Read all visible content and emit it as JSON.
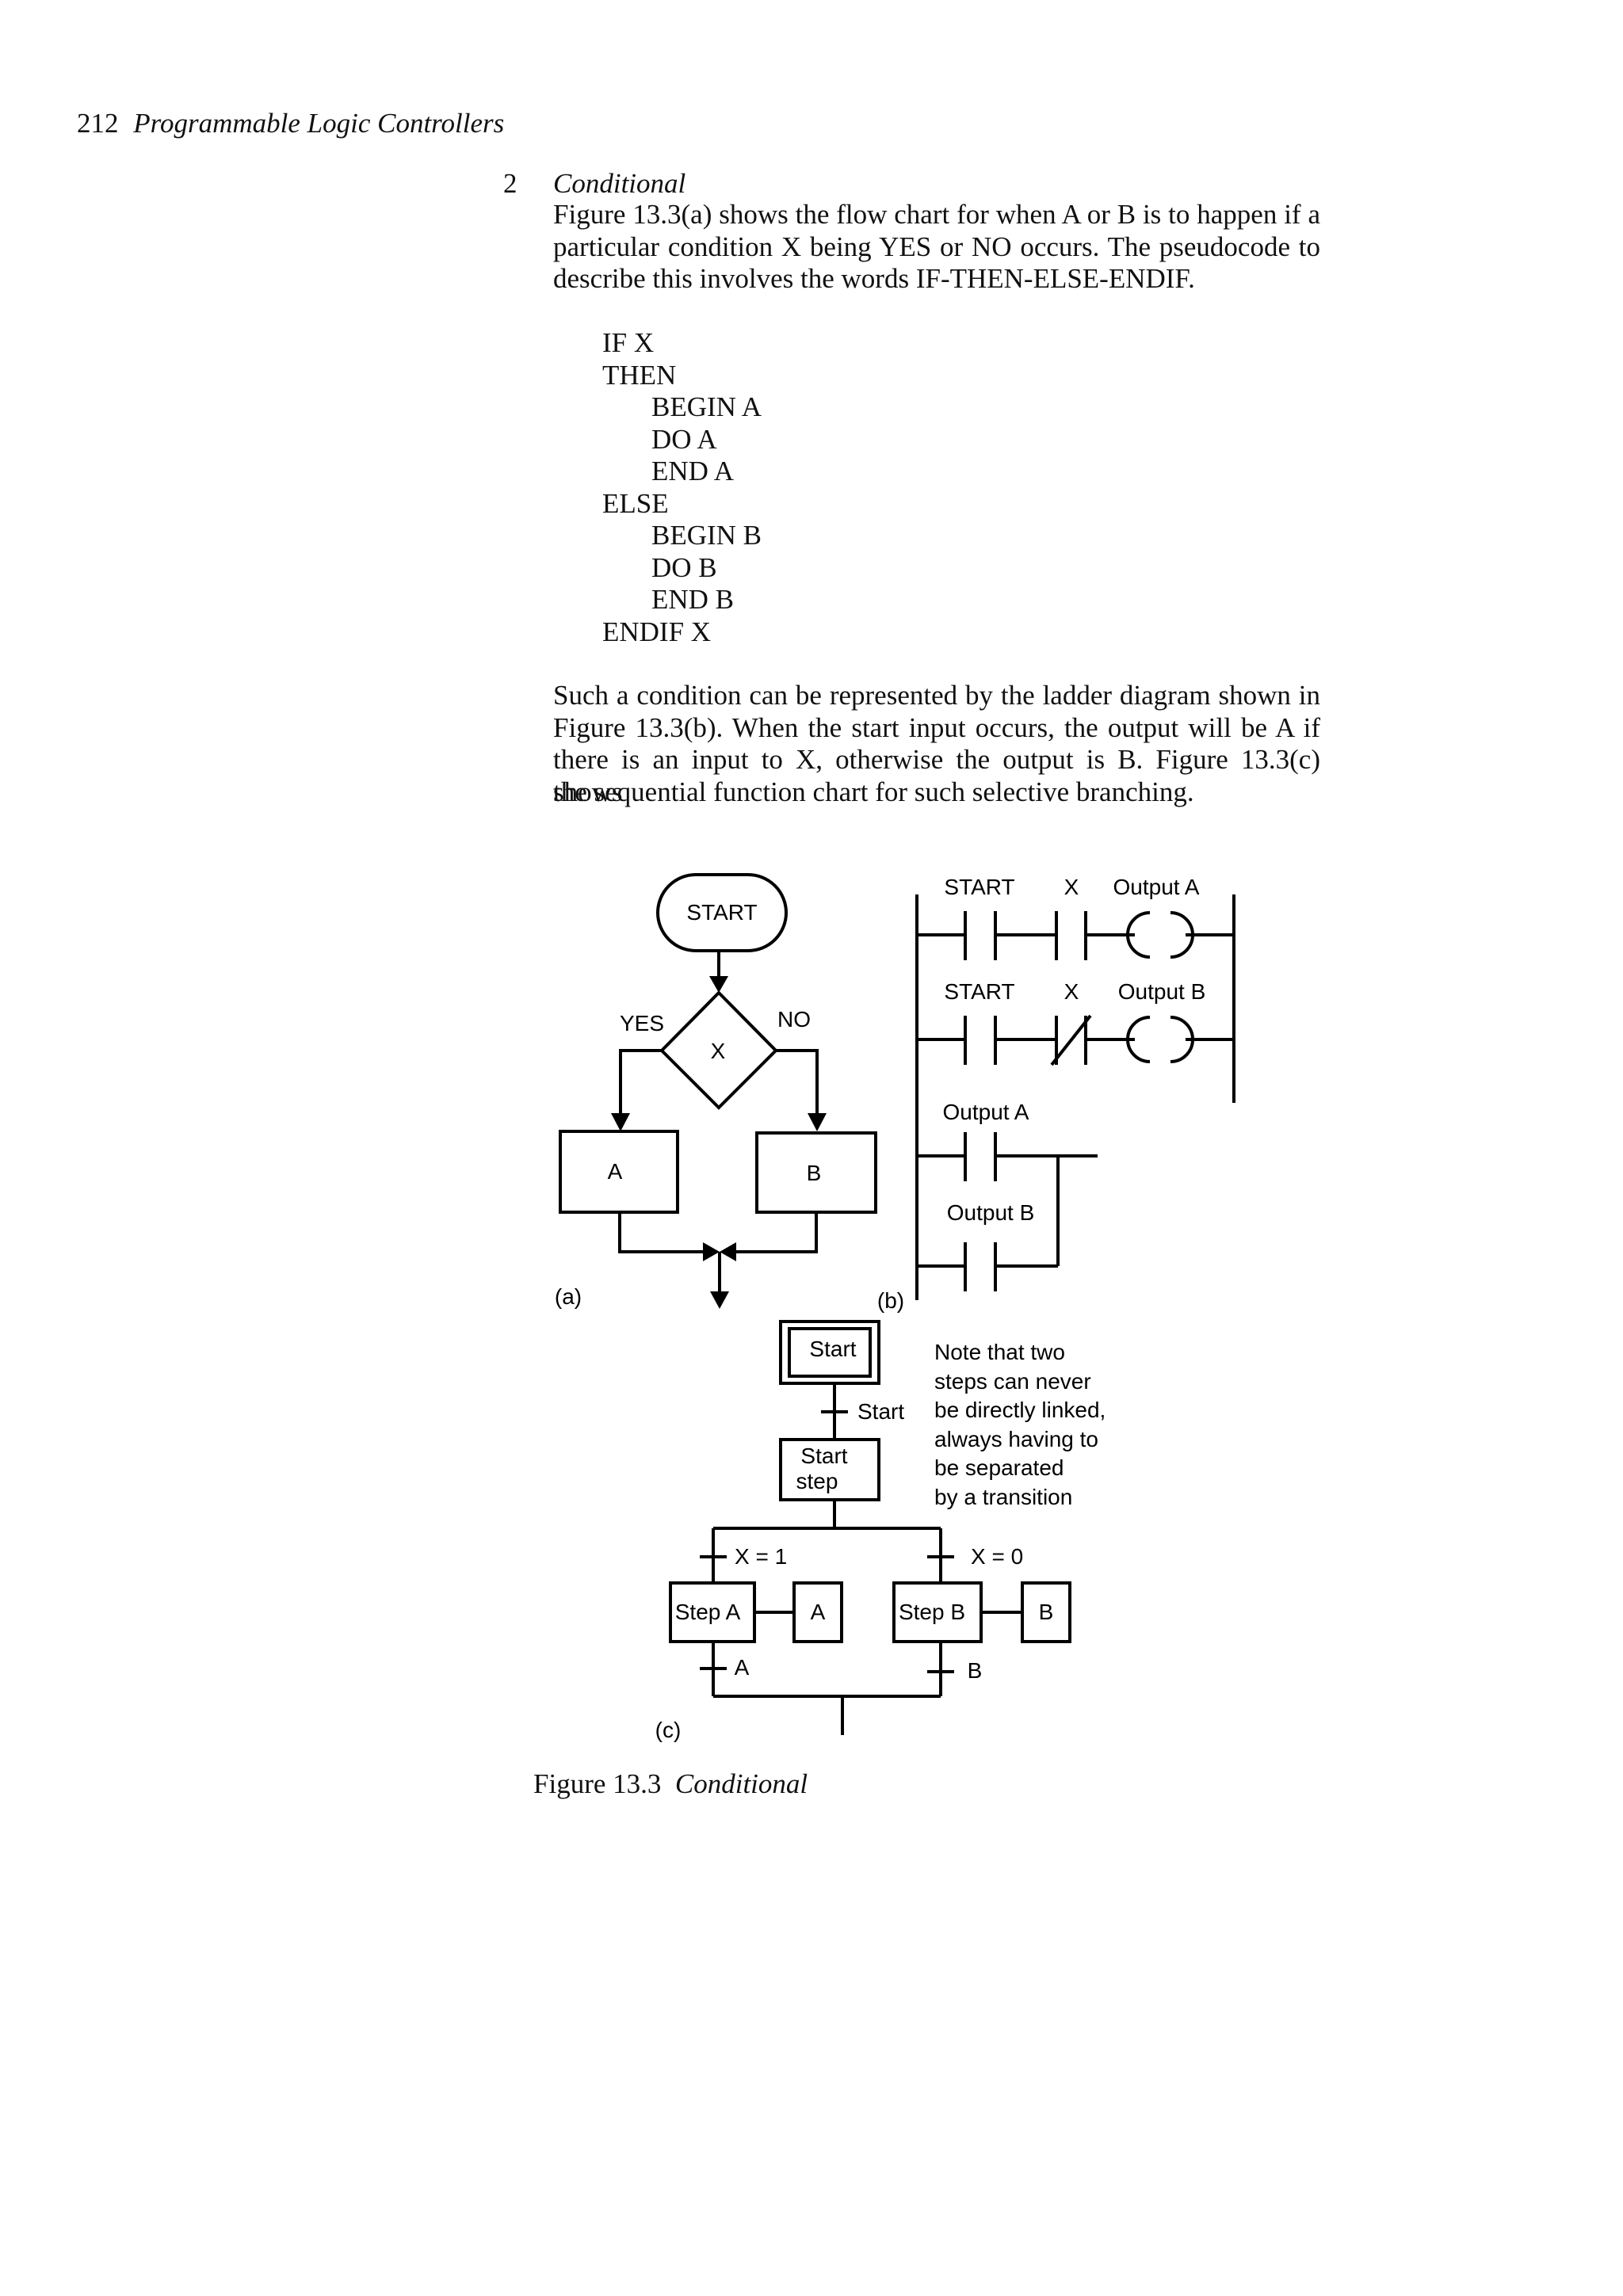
{
  "header": {
    "page_number": "212",
    "book_title": "Programmable Logic Controllers"
  },
  "item": {
    "number": "2",
    "title": "Conditional"
  },
  "para1": [
    "Figure 13.3(a) shows the flow chart for when A or B is to happen if a",
    "particular condition X being YES or NO occurs. The pseudocode to",
    "describe this involves the words IF-THEN-ELSE-ENDIF."
  ],
  "pseudocode": [
    {
      "indent": 0,
      "text": "IF X"
    },
    {
      "indent": 0,
      "text": "THEN"
    },
    {
      "indent": 1,
      "text": "BEGIN A"
    },
    {
      "indent": 1,
      "text": "DO A"
    },
    {
      "indent": 1,
      "text": "END A"
    },
    {
      "indent": 0,
      "text": "ELSE"
    },
    {
      "indent": 1,
      "text": "BEGIN B"
    },
    {
      "indent": 1,
      "text": "DO B"
    },
    {
      "indent": 1,
      "text": "END B"
    },
    {
      "indent": 0,
      "text": "ENDIF X"
    }
  ],
  "para2": [
    "Such a condition can be represented by the ladder diagram shown in",
    "Figure 13.3(b). When the start input occurs, the output will be A if",
    "there is an input to X, otherwise the output is B. Figure 13.3(c) shows",
    "the sequential function chart for such selective branching."
  ],
  "flowchart": {
    "start": "START",
    "decision": "X",
    "yes": "YES",
    "no": "NO",
    "box_a": "A",
    "box_b": "B",
    "label": "(a)"
  },
  "ladder": {
    "rung1": {
      "c1": "START",
      "c2": "X",
      "coil": "Output A"
    },
    "rung2": {
      "c1": "START",
      "c2": "X",
      "coil": "Output B"
    },
    "branch": {
      "c1": "Output A",
      "c2": "Output B"
    },
    "label": "(b)"
  },
  "sfc": {
    "initial_step": "Start",
    "transition_start": "Start",
    "start_step": [
      "Start",
      "step"
    ],
    "cond_x1": "X = 1",
    "cond_x0": "X = 0",
    "step_a": "Step A",
    "action_a": "A",
    "step_b": "Step B",
    "action_b": "B",
    "trans_a": "A",
    "trans_b": "B",
    "note": [
      "Note that two",
      "steps can never",
      "be directly linked,",
      "always having to",
      "be separated",
      "by a transition"
    ],
    "label": "(c)"
  },
  "caption": {
    "prefix": "Figure 13.3",
    "title": "Conditional"
  }
}
